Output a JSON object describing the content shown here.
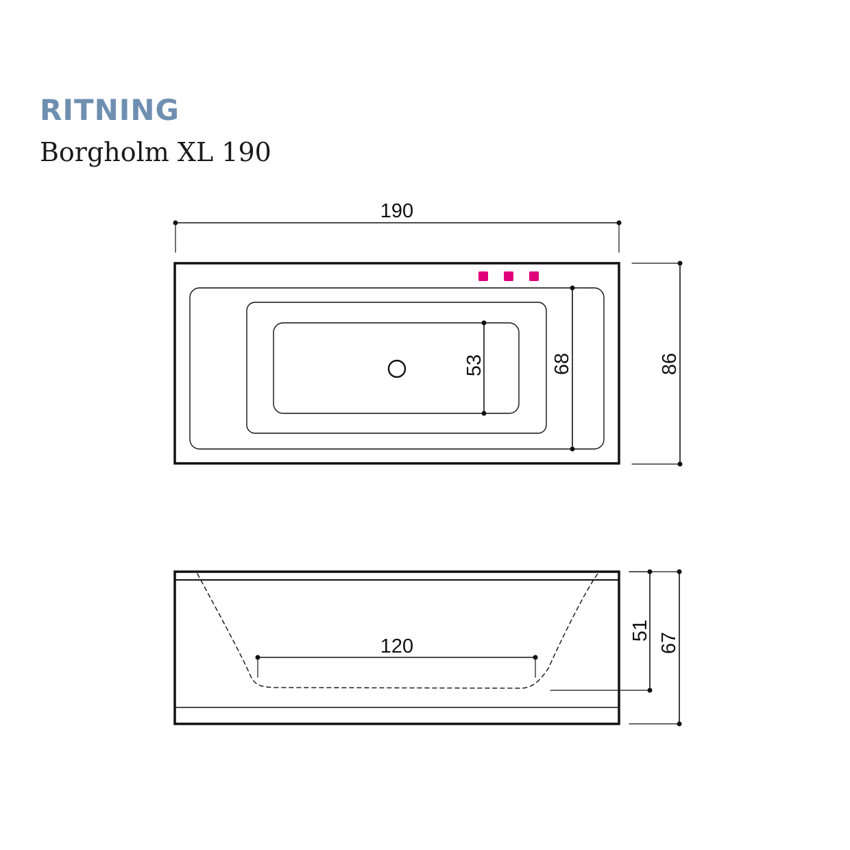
{
  "header": {
    "title": "RITNING",
    "subtitle": "Borgholm XL 190"
  },
  "colors": {
    "title": "#6e8fb0",
    "line": "#111111",
    "jet_markers": "#e0007a"
  },
  "top_view": {
    "dimensions": {
      "overall_length": "190",
      "overall_width": "86",
      "inner_width": "68",
      "bottom_width": "53"
    }
  },
  "side_view": {
    "dimensions": {
      "bottom_length": "120",
      "inner_depth": "51",
      "overall_height": "67"
    }
  }
}
